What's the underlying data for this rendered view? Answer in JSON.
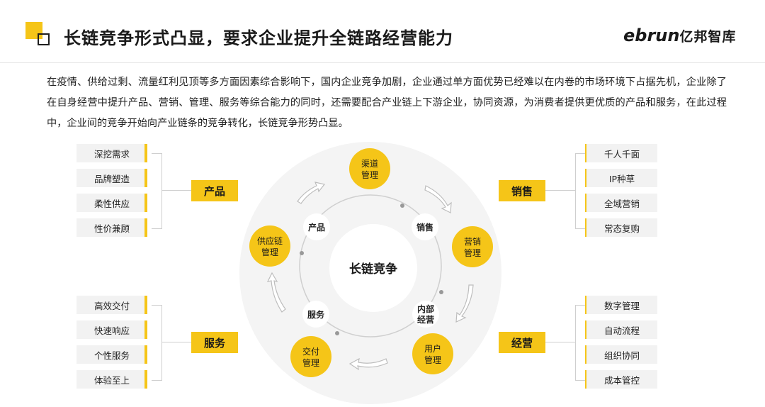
{
  "header": {
    "title": "长链竞争形式凸显，要求企业提升全链路经营能力",
    "logo_latin": "ebrun",
    "logo_cn": "亿邦智库"
  },
  "intro_text": "在疫情、供给过剩、流量红利见顶等多方面因素综合影响下，国内企业竞争加剧，企业通过单方面优势已经难以在内卷的市场环境下占据先机，企业除了在自身经营中提升产品、营销、管理、服务等综合能力的同时，还需要配合产业链上下游企业，协同资源，为消费者提供更优质的产品和服务，在此过程中，企业间的竞争开始向产业链条的竞争转化，长链竞争形势凸显。",
  "colors": {
    "accent": "#F5C518",
    "item_bg": "#f2f2f2",
    "circle_bg": "#f4f4f4"
  },
  "center_label": "长链竞争",
  "inner_labels": [
    "产品",
    "销售",
    "内部\n经营",
    "服务"
  ],
  "outer_nodes": [
    "渠道\n管理",
    "营销\n管理",
    "用户\n管理",
    "交付\n管理",
    "供应链\n管理"
  ],
  "groups": {
    "product": {
      "label": "产品",
      "items": [
        "深挖需求",
        "品牌塑造",
        "柔性供应",
        "性价兼顾"
      ]
    },
    "sales": {
      "label": "销售",
      "items": [
        "千人千面",
        "IP种草",
        "全域营销",
        "常态复购"
      ]
    },
    "service": {
      "label": "服务",
      "items": [
        "高效交付",
        "快速响应",
        "个性服务",
        "体验至上"
      ]
    },
    "ops": {
      "label": "经营",
      "items": [
        "数字管理",
        "自动流程",
        "组织协同",
        "成本管控"
      ]
    }
  }
}
